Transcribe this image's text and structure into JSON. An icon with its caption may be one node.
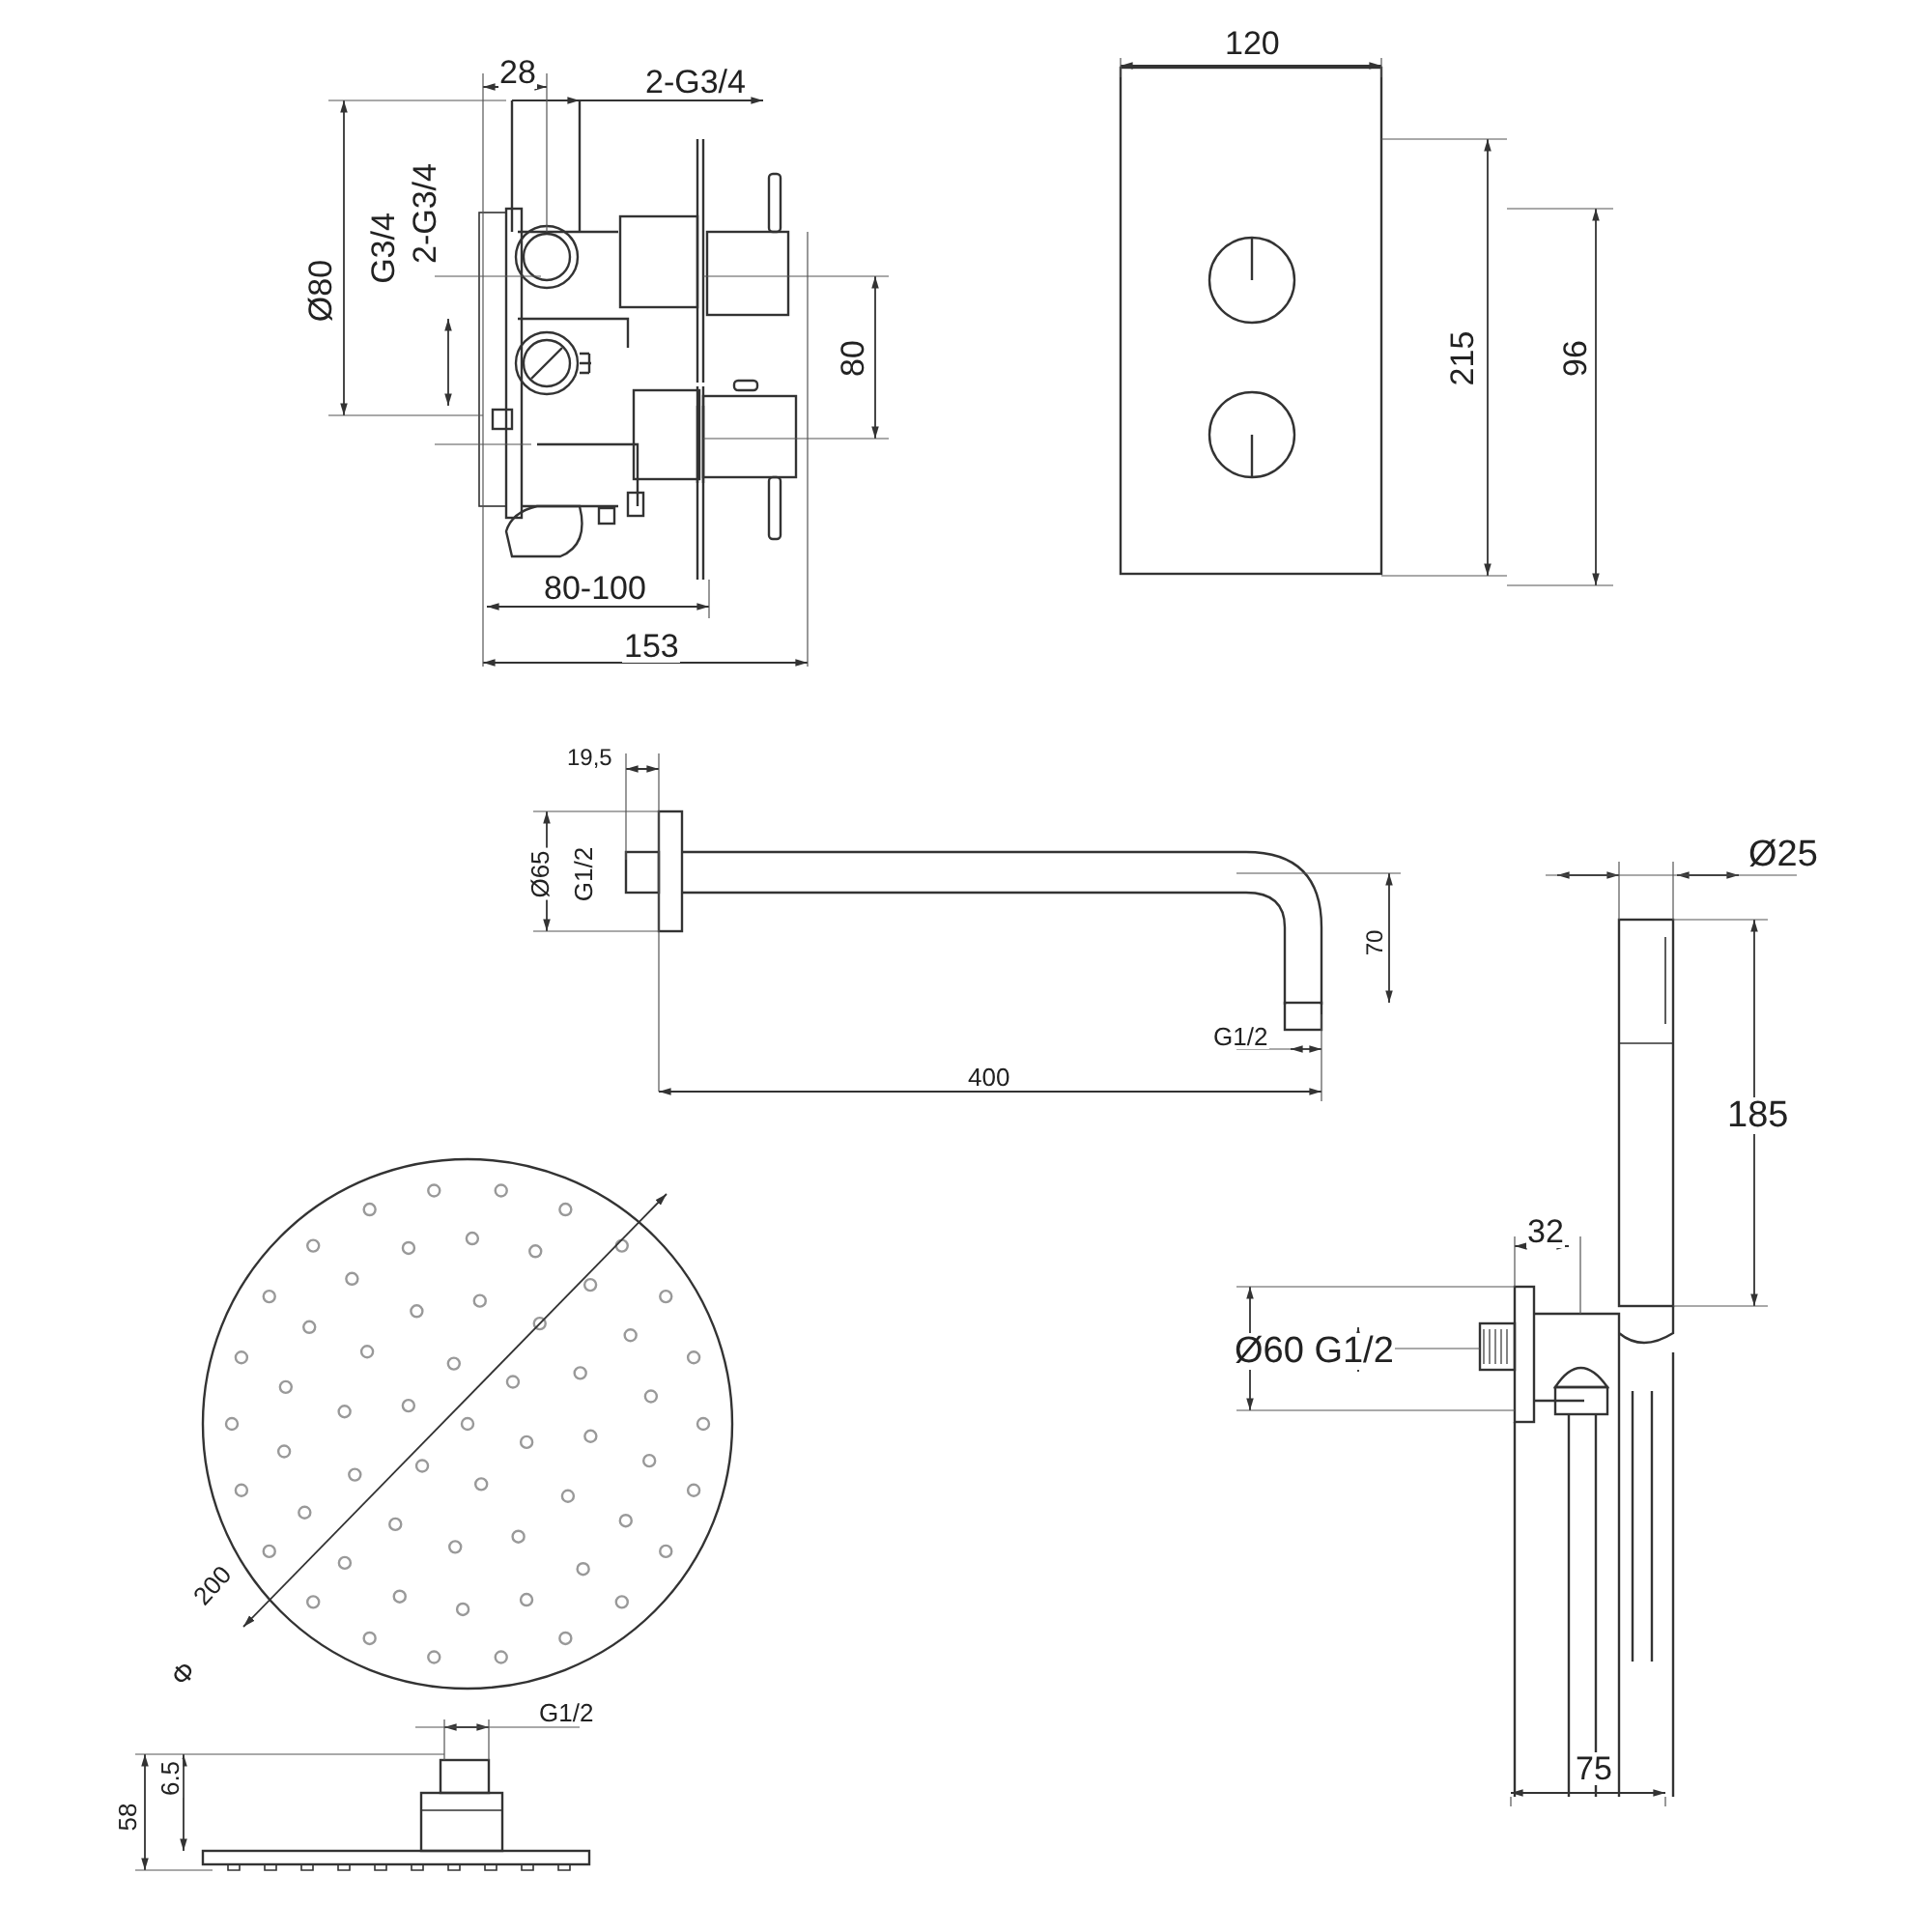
{
  "diagram": {
    "labels": [
      "28",
      "2-G3/4",
      "120",
      "Ø80",
      "G3/4",
      "2-G3/4",
      "80",
      "215",
      "96",
      "80-100",
      "153",
      "19,5",
      "Ø65",
      "G1/2",
      "Ø25",
      "70",
      "G1/2",
      "400",
      "185",
      "32",
      "Ø60 G1/2",
      "200",
      "Φ",
      "G1/2",
      "58",
      "6.5",
      "75"
    ]
  }
}
